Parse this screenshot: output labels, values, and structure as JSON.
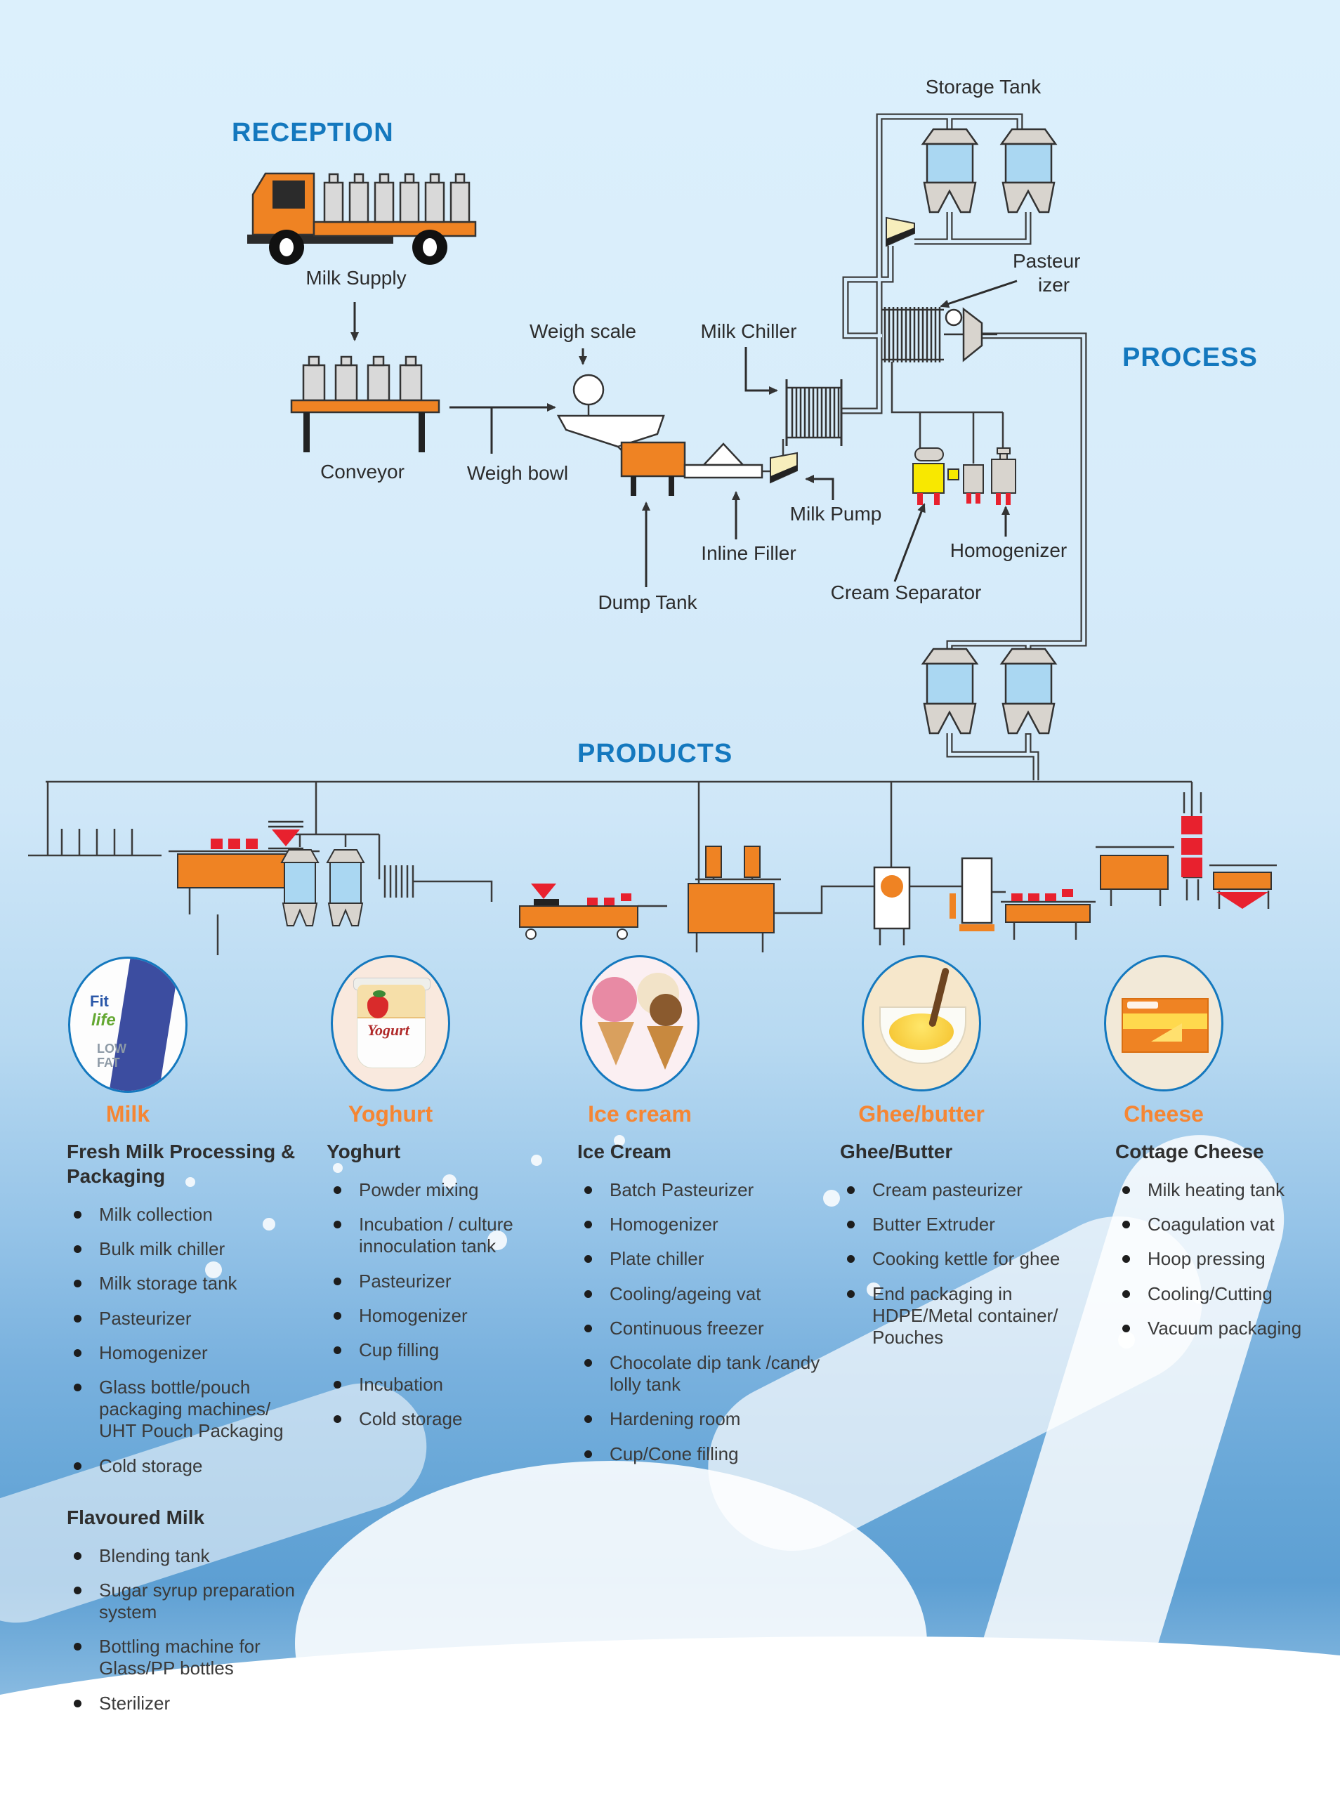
{
  "sections": {
    "reception": "RECEPTION",
    "process": "PROCESS",
    "products": "PRODUCTS"
  },
  "diagram_labels": {
    "milk_supply": "Milk Supply",
    "conveyor": "Conveyor",
    "weigh_scale": "Weigh scale",
    "weigh_bowl": "Weigh bowl",
    "dump_tank": "Dump Tank",
    "inline_filler": "Inline Filler",
    "milk_pump": "Milk Pump",
    "milk_chiller": "Milk Chiller",
    "storage_tank": "Storage Tank",
    "pasteurizer_line1": "Pasteur",
    "pasteurizer_line2": "izer",
    "homogenizer": "Homogenizer",
    "cream_separator": "Cream Separator"
  },
  "products": [
    {
      "id": "milk",
      "title": "Milk",
      "header": "Fresh Milk Processing & Packaging",
      "items": [
        "Milk collection",
        "Bulk milk chiller",
        "Milk storage tank",
        "Pasteurizer",
        "Homogenizer",
        "Glass bottle/pouch packaging machines/ UHT Pouch Packaging",
        "Cold storage"
      ],
      "subheader": "Flavoured Milk",
      "subitems": [
        "Blending tank",
        "Sugar syrup preparation system",
        "Bottling machine for Glass/PP bottles",
        "Sterilizer"
      ]
    },
    {
      "id": "yoghurt",
      "title": "Yoghurt",
      "header": "Yoghurt",
      "items": [
        "Powder mixing",
        "Incubation / culture innoculation tank",
        "Pasteurizer",
        "Homogenizer",
        "Cup filling",
        "Incubation",
        "Cold storage"
      ]
    },
    {
      "id": "ice-cream",
      "title": "Ice cream",
      "header": "Ice Cream",
      "items": [
        "Batch Pasteurizer",
        "Homogenizer",
        "Plate chiller",
        "Cooling/ageing vat",
        "Continuous freezer",
        "Chocolate dip tank /candy lolly tank",
        "Hardening room",
        "Cup/Cone filling"
      ]
    },
    {
      "id": "ghee-butter",
      "title": "Ghee/butter",
      "header": "Ghee/Butter",
      "items": [
        "Cream pasteurizer",
        "Butter Extruder",
        "Cooking kettle for ghee",
        "End packaging in HDPE/Metal container/ Pouches"
      ]
    },
    {
      "id": "cheese",
      "title": "Cheese",
      "header": "Cottage Cheese",
      "items": [
        "Milk heating tank",
        "Coagulation vat",
        "Hoop pressing",
        "Cooling/Cutting",
        "Vacuum packaging"
      ]
    }
  ],
  "product_photo_texts": {
    "milk_pouch": [
      "Fit",
      "life",
      "LOW",
      "FAT"
    ],
    "yoghurt_cup": "Yogurt"
  },
  "colors": {
    "accent_blue": "#1478be",
    "accent_orange": "#f58634",
    "machine_orange": "#ef8323",
    "tank_blue": "#aad7f2",
    "machine_grey": "#d8d4ce",
    "red": "#e8212e",
    "yellow": "#f8e800",
    "line": "#3b3b3b"
  }
}
